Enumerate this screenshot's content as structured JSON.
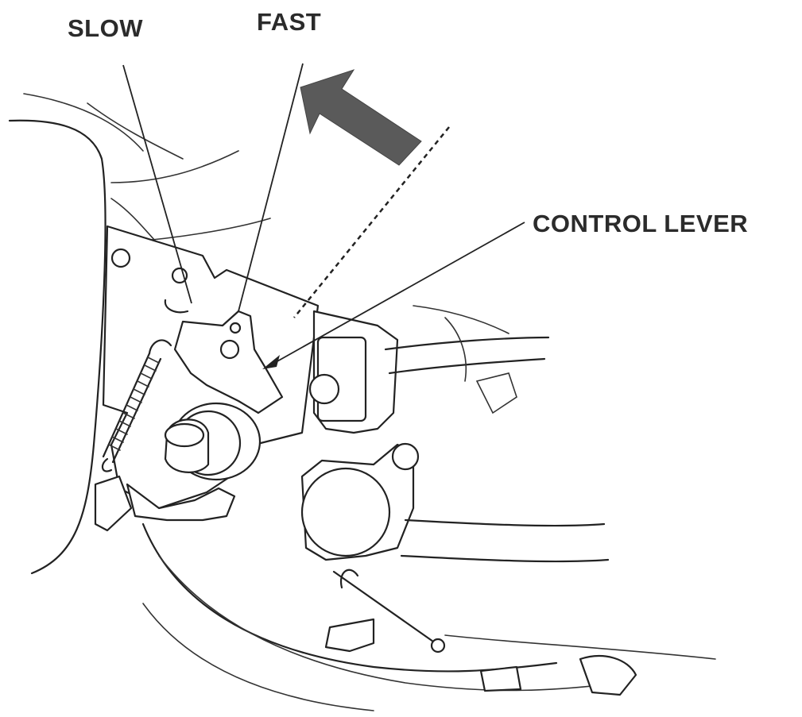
{
  "figure": {
    "labels": {
      "slow": "SLOW",
      "fast": "FAST",
      "control_lever": "CONTROL LEVER"
    },
    "arrow_color": "#5a5a5a",
    "line_color": "#222222"
  }
}
